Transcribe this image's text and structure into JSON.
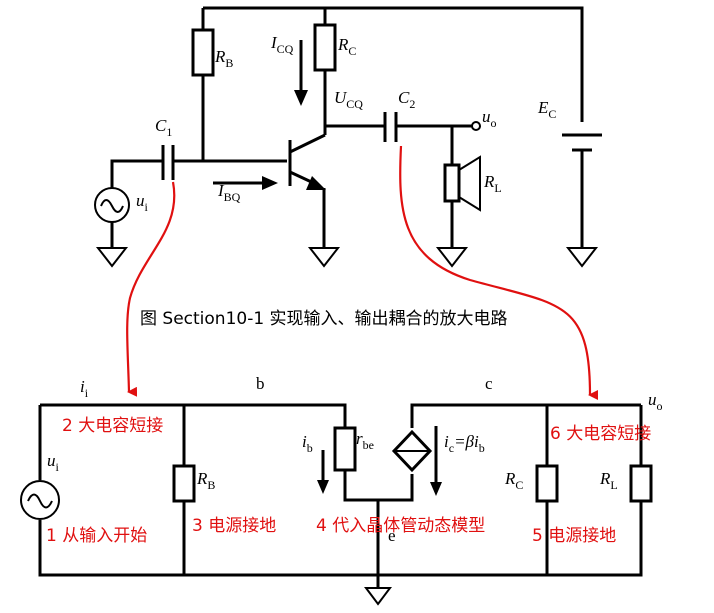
{
  "top_circuit": {
    "resistor_rb": {
      "main": "R",
      "sub": "B"
    },
    "resistor_rc": {
      "main": "R",
      "sub": "C"
    },
    "current_icq": {
      "main": "I",
      "sub": "CQ"
    },
    "voltage_ucq": {
      "main": "U",
      "sub": "CQ"
    },
    "capacitor_c1": {
      "main": "C",
      "sub": "1"
    },
    "capacitor_c2": {
      "main": "C",
      "sub": "2"
    },
    "output_uo": {
      "main": "u",
      "sub": "o"
    },
    "battery_ec": {
      "main": "E",
      "sub": "C"
    },
    "source_ui": {
      "main": "u",
      "sub": "i"
    },
    "current_ibq": {
      "main": "I",
      "sub": "BQ"
    },
    "load_rl": {
      "main": "R",
      "sub": "L"
    }
  },
  "caption": "图 Section10-1 实现输入、输出耦合的放大电路",
  "bottom_circuit": {
    "input_current": {
      "main": "i",
      "sub": "i"
    },
    "node_b": "b",
    "node_c": "c",
    "node_e": "e",
    "output_uo": {
      "main": "u",
      "sub": "o"
    },
    "source_ui": {
      "main": "u",
      "sub": "i"
    },
    "resistor_rb": {
      "main": "R",
      "sub": "B"
    },
    "current_ib": {
      "main": "i",
      "sub": "b"
    },
    "resistor_rbe": {
      "main": "r",
      "sub": "be"
    },
    "current_source": {
      "ic": "i",
      "ic_sub": "c",
      "eq": "=",
      "beta": "β",
      "ib": "i",
      "ib_sub": "b"
    },
    "resistor_rc": {
      "main": "R",
      "sub": "C"
    },
    "resistor_rl": {
      "main": "R",
      "sub": "L"
    }
  },
  "steps": {
    "step1": "1 从输入开始",
    "step2": "2 大电容短接",
    "step3": "3 电源接地",
    "step4": "4 代入晶体管动态模型",
    "step5": "5 电源接地",
    "step6": "6 大电容短接"
  },
  "colors": {
    "annotation": "#e01010",
    "wire": "#000000"
  }
}
